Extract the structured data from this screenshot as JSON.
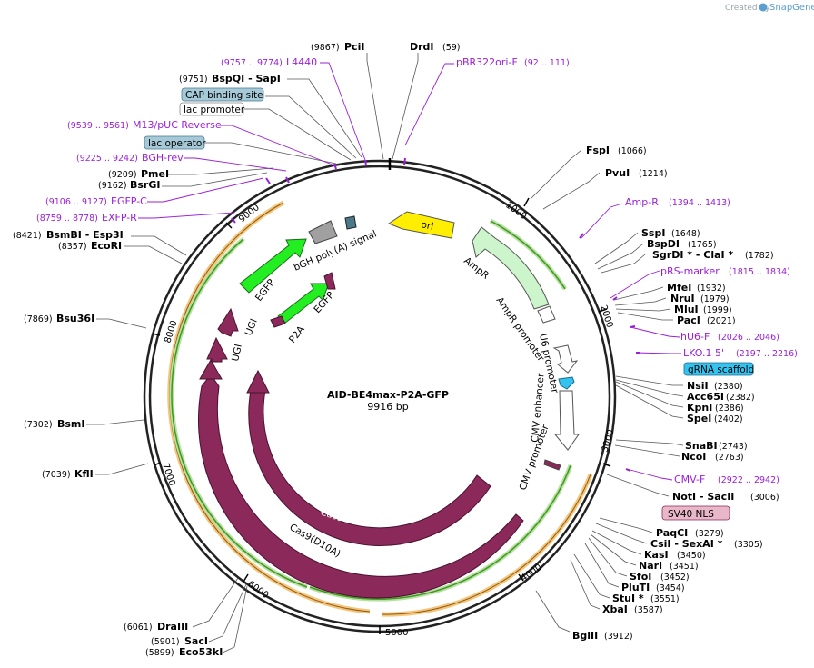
{
  "app": {
    "created_by": "Created by",
    "brand": "SnapGene"
  },
  "plasmid": {
    "name": "AID-BE4max-P2A-GFP",
    "length_label": "9916 bp"
  },
  "ticks": [
    "1000",
    "2000",
    "3000",
    "4000",
    "5000",
    "6000",
    "7000",
    "8000",
    "9000"
  ],
  "sites_top": [
    {
      "name": "PciI",
      "pos": "(9867)"
    },
    {
      "name": "DrdI",
      "pos": "(59)"
    }
  ],
  "sites_left": [
    {
      "name": "BspQI  - SapI",
      "pos": "(9751)"
    },
    {
      "name": "PmeI",
      "pos": "(9209)"
    },
    {
      "name": "BsrGI",
      "pos": "(9162)"
    },
    {
      "name": "BsmBI  - Esp3I",
      "pos": "(8421)"
    },
    {
      "name": "EcoRI",
      "pos": "(8357)"
    },
    {
      "name": "Bsu36I",
      "pos": "(7869)"
    },
    {
      "name": "BsmI",
      "pos": "(7302)"
    },
    {
      "name": "KflI",
      "pos": "(7039)"
    },
    {
      "name": "DraIII",
      "pos": "(6061)"
    },
    {
      "name": "SacI",
      "pos": "(5901)"
    },
    {
      "name": "Eco53kI",
      "pos": "(5899)"
    }
  ],
  "sites_right": [
    {
      "name": "FspI",
      "pos": "(1066)"
    },
    {
      "name": "PvuI",
      "pos": "(1214)"
    },
    {
      "name": "SspI",
      "pos": "(1648)"
    },
    {
      "name": "SgrDI *  - ClaI *",
      "pos": "(1782)"
    },
    {
      "name": "BspDI",
      "pos": "(1765)"
    },
    {
      "name": "MfeI",
      "pos": "(1932)"
    },
    {
      "name": "NruI",
      "pos": "(1979)"
    },
    {
      "name": "MluI",
      "pos": "(1999)"
    },
    {
      "name": "PacI",
      "pos": "(2021)"
    },
    {
      "name": "NsiI",
      "pos": "(2380)"
    },
    {
      "name": "Acc65I",
      "pos": "(2382)"
    },
    {
      "name": "KpnI",
      "pos": "(2386)"
    },
    {
      "name": "SpeI",
      "pos": "(2402)"
    },
    {
      "name": "SnaBI",
      "pos": "(2743)"
    },
    {
      "name": "NcoI",
      "pos": "(2763)"
    },
    {
      "name": "NotI  - SacII",
      "pos": "(3006)"
    },
    {
      "name": "PaqCI",
      "pos": "(3279)"
    },
    {
      "name": "CsiI  - SexAI *",
      "pos": "(3305)"
    },
    {
      "name": "KasI",
      "pos": "(3450)"
    },
    {
      "name": "NarI",
      "pos": "(3451)"
    },
    {
      "name": "SfoI",
      "pos": "(3452)"
    },
    {
      "name": "PluTI",
      "pos": "(3454)"
    },
    {
      "name": "StuI *",
      "pos": "(3551)"
    },
    {
      "name": "XbaI",
      "pos": "(3587)"
    },
    {
      "name": "BglII",
      "pos": "(3912)"
    }
  ],
  "primers": [
    {
      "name": "L4440",
      "range": "(9757 .. 9774)"
    },
    {
      "name": "pBR322ori-F",
      "range": "(92 .. 111)"
    },
    {
      "name": "M13/pUC Reverse",
      "range": "(9539 .. 9561)"
    },
    {
      "name": "BGH-rev",
      "range": "(9225 .. 9242)"
    },
    {
      "name": "EGFP-C",
      "range": "(9106 .. 9127)"
    },
    {
      "name": "EXFP-R",
      "range": "(8759 .. 8778)"
    },
    {
      "name": "Amp-R",
      "range": "(1394 .. 1413)"
    },
    {
      "name": "pRS-marker",
      "range": "(1815 .. 1834)"
    },
    {
      "name": "hU6-F",
      "range": "(2026 .. 2046)"
    },
    {
      "name": "LKO.1 5'",
      "range": "(2197 .. 2216)"
    },
    {
      "name": "CMV-F",
      "range": "(2922 .. 2942)"
    }
  ],
  "boxed_features": [
    {
      "name": "CAP binding site",
      "color": "#a6c9d8"
    },
    {
      "name": "lac promoter",
      "color": "#ffffff"
    },
    {
      "name": "lac operator",
      "color": "#a6c9d8"
    },
    {
      "name": "gRNA scaffold",
      "color": "#33c3f0"
    },
    {
      "name": "SV40 NLS",
      "color": "#e8b7c8"
    }
  ],
  "features": {
    "ori": "ori",
    "ampr": "AmpR",
    "ampr_promoter": "AmpR promoter",
    "u6_promoter": "U6 promoter",
    "cmv_enhancer": "CMV enhancer",
    "cmv_promoter": "CMV promoter",
    "cas9": "Cas9",
    "cas9_d10a": "Cas9(D10A)",
    "ugi_1": "UGI",
    "ugi_2": "UGI",
    "egfp_1": "EGFP",
    "egfp_2": "EGFP",
    "p2a": "P2A",
    "bgh": "bGH poly(A) signal"
  },
  "colors": {
    "backbone": "#222222",
    "cas9": "#8b2a5a",
    "egfp": "#22ee22",
    "ori": "#ffee00",
    "ampr": "#ccf5cc",
    "primer": "#9b1fd6",
    "orange_band": "#f3b75a",
    "green_band": "#3c9a1c"
  }
}
